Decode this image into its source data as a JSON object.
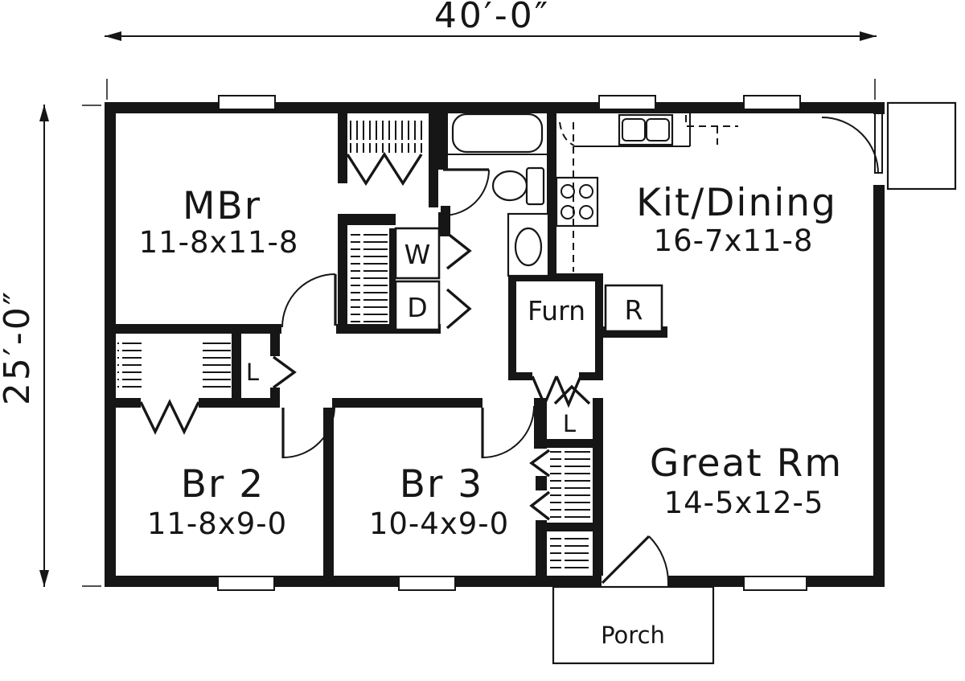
{
  "plan": {
    "overall_width": "40′-0″",
    "overall_depth": "25′-0″"
  },
  "rooms": {
    "mbr": {
      "name": "MBr",
      "size": "11-8x11-8"
    },
    "kit_dining": {
      "name": "Kit/Dining",
      "size": "16-7x11-8"
    },
    "br2": {
      "name": "Br 2",
      "size": "11-8x9-0"
    },
    "br3": {
      "name": "Br 3",
      "size": "10-4x9-0"
    },
    "great_rm": {
      "name": "Great Rm",
      "size": "14-5x12-5"
    },
    "furnace": {
      "label": "Furn"
    },
    "porch": {
      "label": "Porch"
    }
  },
  "labels": {
    "washer": "W",
    "dryer": "D",
    "refrigerator": "R",
    "linen_hall": "L",
    "linen_br3": "L"
  },
  "colors": {
    "ink": "#161616",
    "background": "#ffffff"
  }
}
